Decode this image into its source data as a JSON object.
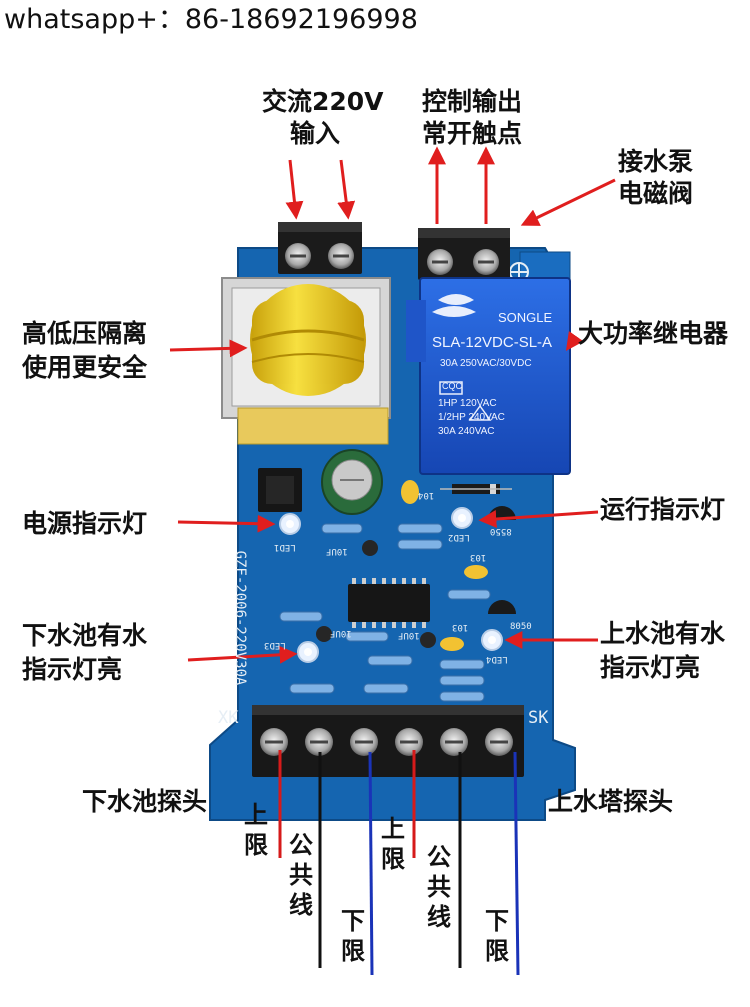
{
  "watermark": "whatsapp+：86-18692196998",
  "labels": {
    "ac_input_line1": "交流220V",
    "ac_input_line2": "输入",
    "control_output_line1": "控制输出",
    "control_output_line2": "常开触点",
    "pump_valve_line1": "接水泵",
    "pump_valve_line2": "电磁阀",
    "isolation_line1": "高低压隔离",
    "isolation_line2": "使用更安全",
    "relay": "大功率继电器",
    "power_led": "电源指示灯",
    "run_led": "运行指示灯",
    "lower_pool_led_line1": "下水池有水",
    "lower_pool_led_line2": "指示灯亮",
    "upper_pool_led_line1": "上水池有水",
    "upper_pool_led_line2": "指示灯亮",
    "lower_probe": "下水池探头",
    "upper_probe": "上水塔探头",
    "upper_limit_left": "上限",
    "common_left": "公共线",
    "lower_limit_left": "下限",
    "upper_limit_right": "上限",
    "common_right": "公共线",
    "lower_limit_right": "下限"
  },
  "board": {
    "model": "GZF-2006-220V30A",
    "xk": "XK",
    "sk": "SK",
    "led1": "LED1",
    "led2": "LED2",
    "led3": "LED3",
    "led4": "LED4",
    "cap1": "10UF",
    "cap2": "10UF",
    "cap3": "10UF",
    "code_104": "104",
    "code_103a": "103",
    "code_103b": "103",
    "tr_8550": "8550",
    "tr_8050": "8050"
  },
  "relay": {
    "brand": "SONGLE",
    "model": "SLA-12VDC-SL-A",
    "rating": "30A 250VAC/30VDC",
    "cert": "CQC",
    "spec1": "1HP 120VAC",
    "spec2": "1/2HP 240VAC",
    "spec3": "30A 240VAC"
  },
  "colors": {
    "pcb": "#1565b0",
    "arrow": "#e01e1e",
    "relay_blue": "#1f5fd6",
    "coil_yellow": "#f2d21c",
    "wire_red": "#d61a1a",
    "wire_black": "#111111",
    "wire_blue": "#1a33b8"
  }
}
